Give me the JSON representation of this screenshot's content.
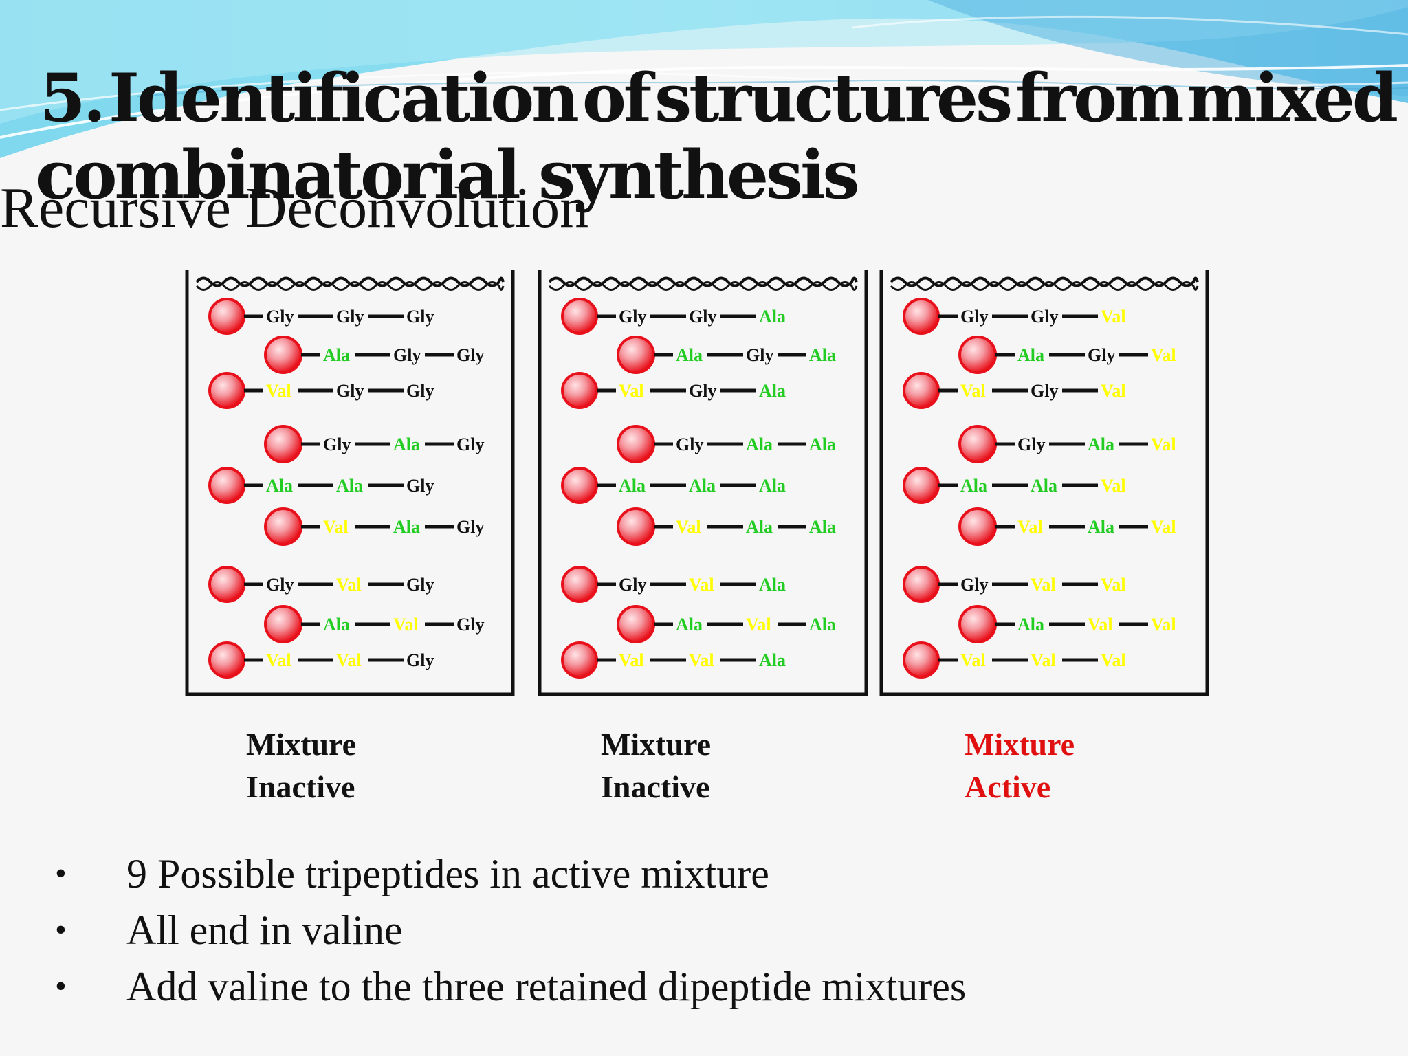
{
  "slide": {
    "title_words": [
      "5.",
      "Identification",
      "of",
      "structures",
      "from",
      "mixed"
    ],
    "title_line2": "combinatorial synthesis",
    "subtitle": "Recursive Deconvolution"
  },
  "colors": {
    "gly": "#111111",
    "ala": "#22cc22",
    "val": "#ffff00",
    "active": "#e01010",
    "bead": "#e8101a"
  },
  "diagram": {
    "mixtures": [
      {
        "label_line1": "Mixture",
        "label_line2": "Inactive",
        "active": false,
        "peptides": [
          [
            "Gly",
            "Gly",
            "Gly"
          ],
          [
            "Ala",
            "Gly",
            "Gly"
          ],
          [
            "Val",
            "Gly",
            "Gly"
          ],
          [
            "Gly",
            "Ala",
            "Gly"
          ],
          [
            "Ala",
            "Ala",
            "Gly"
          ],
          [
            "Val",
            "Ala",
            "Gly"
          ],
          [
            "Gly",
            "Val",
            "Gly"
          ],
          [
            "Ala",
            "Val",
            "Gly"
          ],
          [
            "Val",
            "Val",
            "Gly"
          ]
        ]
      },
      {
        "label_line1": "Mixture",
        "label_line2": "Inactive",
        "active": false,
        "peptides": [
          [
            "Gly",
            "Gly",
            "Ala"
          ],
          [
            "Ala",
            "Gly",
            "Ala"
          ],
          [
            "Val",
            "Gly",
            "Ala"
          ],
          [
            "Gly",
            "Ala",
            "Ala"
          ],
          [
            "Ala",
            "Ala",
            "Ala"
          ],
          [
            "Val",
            "Ala",
            "Ala"
          ],
          [
            "Gly",
            "Val",
            "Ala"
          ],
          [
            "Ala",
            "Val",
            "Ala"
          ],
          [
            "Val",
            "Val",
            "Ala"
          ]
        ]
      },
      {
        "label_line1": "Mixture",
        "label_line2": "Active",
        "active": true,
        "peptides": [
          [
            "Gly",
            "Gly",
            "Val"
          ],
          [
            "Ala",
            "Gly",
            "Val"
          ],
          [
            "Val",
            "Gly",
            "Val"
          ],
          [
            "Gly",
            "Ala",
            "Val"
          ],
          [
            "Ala",
            "Ala",
            "Val"
          ],
          [
            "Val",
            "Ala",
            "Val"
          ],
          [
            "Gly",
            "Val",
            "Val"
          ],
          [
            "Ala",
            "Val",
            "Val"
          ],
          [
            "Val",
            "Val",
            "Val"
          ]
        ]
      }
    ]
  },
  "bullets": [
    "9 Possible tripeptides in active mixture",
    "All end in valine",
    "Add valine to the three retained dipeptide mixtures"
  ],
  "bullet_symbol": "•"
}
